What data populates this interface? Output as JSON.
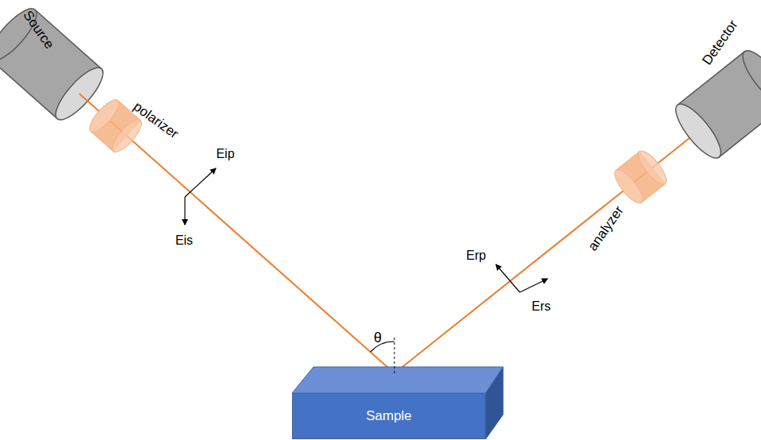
{
  "diagram": {
    "nodes": [
      {
        "text": [
          "Sample"
        ]
      }
    ],
    "labels": [
      "Source",
      "polarizer",
      "Eip",
      "Eis",
      "θ",
      "Erp",
      "Ers",
      "analyzer",
      "Detector"
    ]
  }
}
